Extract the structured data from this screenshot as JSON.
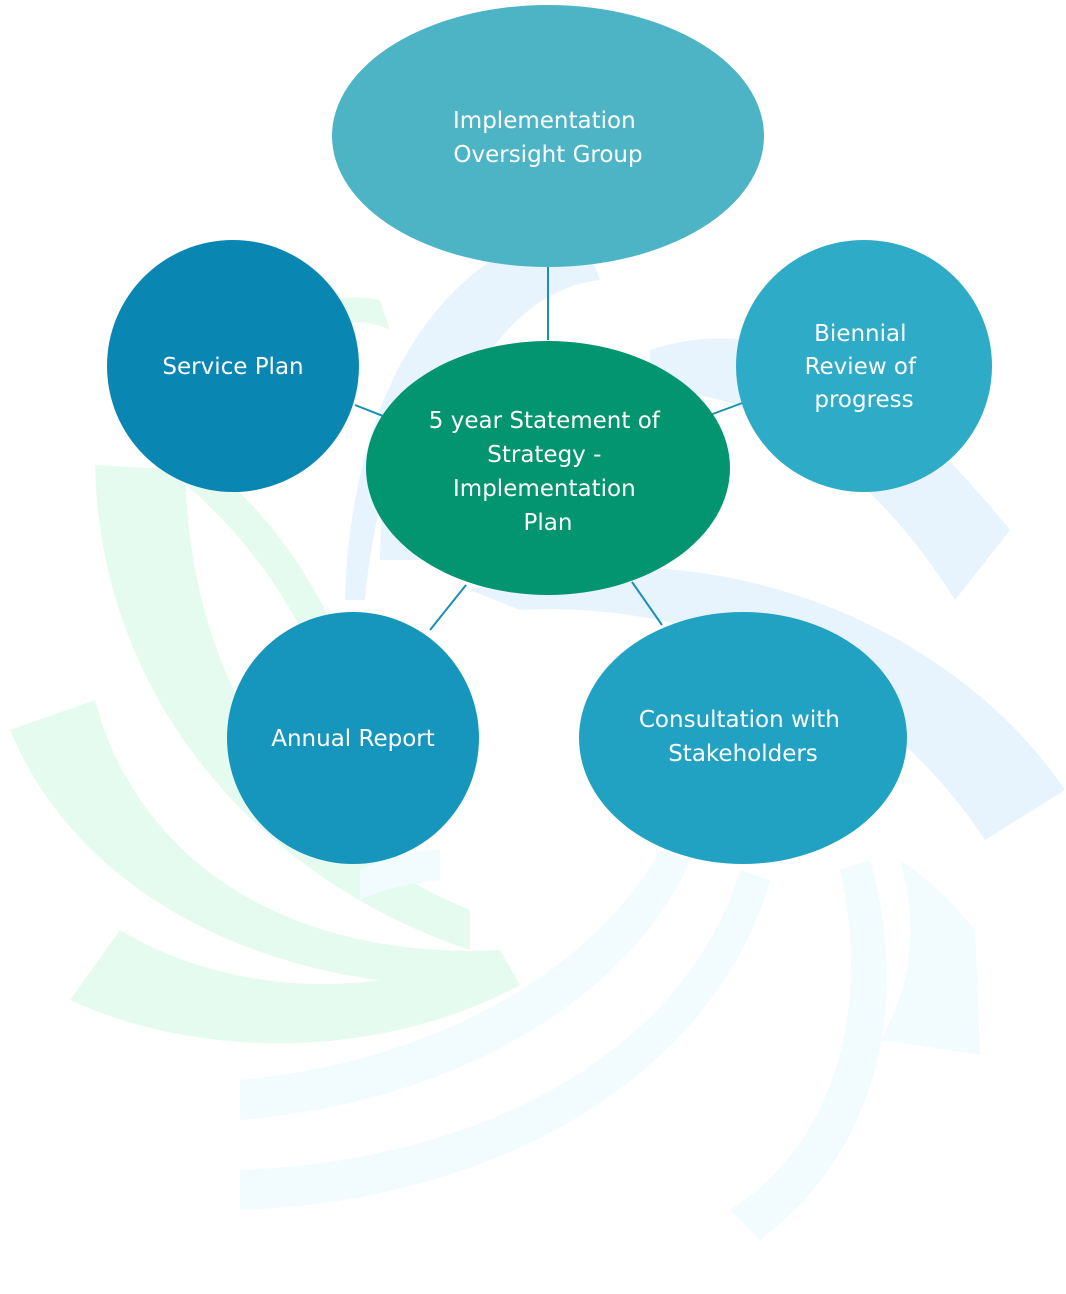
{
  "diagram": {
    "center": {
      "lines": [
        "5 year Statement of",
        "Strategy -",
        "Implementation",
        "Plan"
      ],
      "color": "#039470"
    },
    "nodes": [
      {
        "id": "oversight",
        "lines": [
          "Implementation",
          "Oversight Group"
        ],
        "color": "#4db4c6"
      },
      {
        "id": "biennial",
        "lines": [
          "Biennial",
          "Review of",
          "progress"
        ],
        "color": "#2eabc7"
      },
      {
        "id": "consultation",
        "lines": [
          "Consultation with",
          "Stakeholders"
        ],
        "color": "#22a2c3"
      },
      {
        "id": "annual",
        "lines": [
          "Annual Report"
        ],
        "color": "#1696bd"
      },
      {
        "id": "service",
        "lines": [
          "Service Plan"
        ],
        "color": "#0a86b3"
      }
    ],
    "connector_color": "#1a8fb8",
    "background": {
      "swirl_colors": [
        "#e6fbf0",
        "#e7f4fd",
        "#f2fbfe"
      ]
    }
  }
}
